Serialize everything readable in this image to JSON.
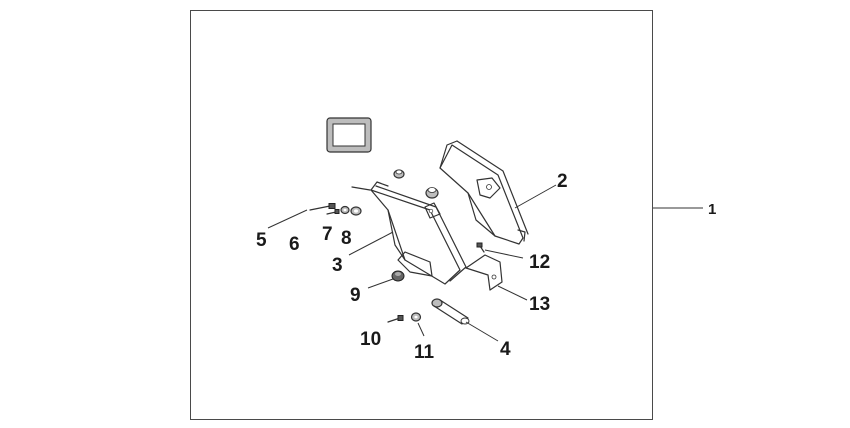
{
  "callouts": {
    "c1": "1",
    "c2": "2",
    "c3": "3",
    "c4": "4",
    "c5": "5",
    "c6": "6",
    "c7": "7",
    "c8": "8",
    "c9": "9",
    "c10": "10",
    "c11": "11",
    "c12": "12",
    "c13": "13"
  },
  "colors": {
    "line": "#333333",
    "frame": "#4a4a4a",
    "background": "#ffffff"
  }
}
